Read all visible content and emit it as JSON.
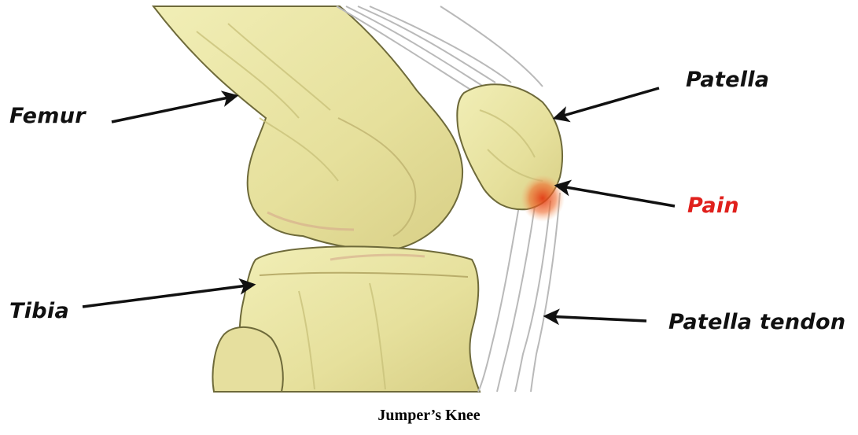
{
  "labels": {
    "femur": "Femur",
    "tibia": "Tibia",
    "patella": "Patella",
    "pain": "Pain",
    "patella_tendon": "Patella tendon"
  },
  "caption": "Jumper’s Knee",
  "colors": {
    "bone": "#ede9a8",
    "bone_shade": "#c9c27a",
    "bone_outline": "#6e6a3a",
    "tendon": "#b9b9b9",
    "pain": "#e0201c",
    "pain_glow": "#ef5a2a",
    "arrow": "#111111"
  }
}
